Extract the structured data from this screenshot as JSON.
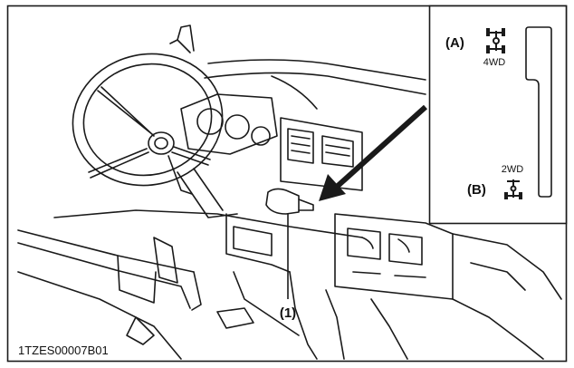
{
  "figure": {
    "callout_number": "(1)",
    "figure_code": "1TZES00007B01"
  },
  "inset": {
    "label_a": "(A)",
    "mode_a": "4WD",
    "label_b": "(B)",
    "mode_b": "2WD",
    "icon_a": "four-wheel-drive-icon",
    "icon_b": "two-wheel-drive-icon"
  },
  "colors": {
    "line": "#1a1a1a",
    "background": "#ffffff"
  }
}
